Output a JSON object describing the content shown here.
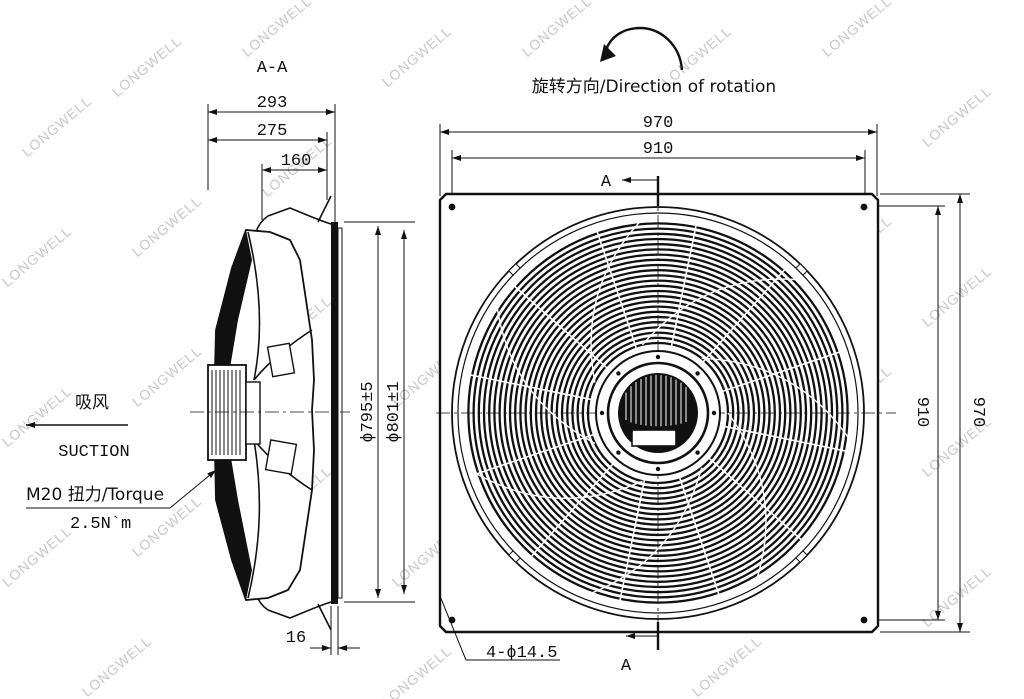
{
  "section_view": {
    "title": "A-A",
    "dim_293": "293",
    "dim_275": "275",
    "dim_160": "160",
    "dim_16": "16",
    "dia_795": "ϕ795±5",
    "dia_801": "ϕ801±1"
  },
  "suction": {
    "label_cn": "吸风",
    "label_en": "SUCTION"
  },
  "torque": {
    "line1": "M20 扭力/Torque",
    "line2": "2.5N`m"
  },
  "front_view": {
    "rotation_label": "旋转方向/Direction of rotation",
    "dim_970_top": "970",
    "dim_910_top": "910",
    "dim_910_right": "910",
    "dim_970_right": "970",
    "section_mark_top": "A",
    "section_mark_bottom": "A",
    "holes_label": "4-ϕ14.5"
  },
  "watermark": "LONGWELL"
}
